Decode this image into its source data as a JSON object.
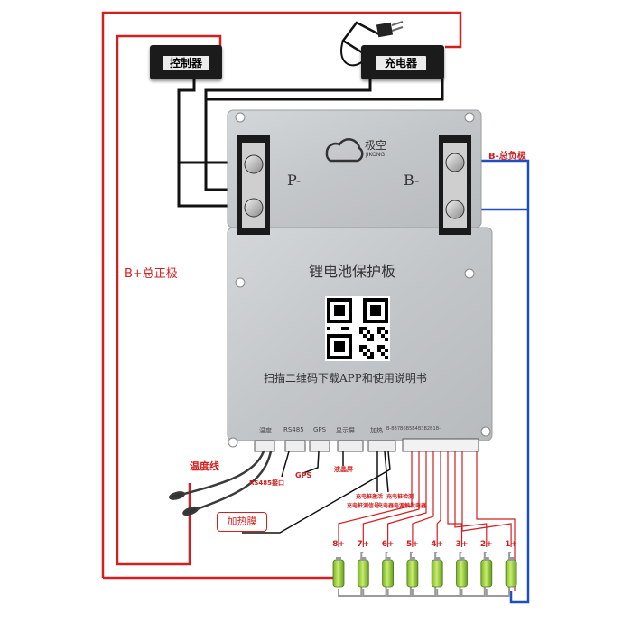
{
  "boxes": {
    "controller": "控制器",
    "charger": "充电器",
    "heater": "加热膜"
  },
  "labels": {
    "b_neg_total": "B-总负极",
    "b_pos_total": "B+总正极",
    "temp_wire": "温度线",
    "rs485_port": "RS485接口",
    "gps": "GPS",
    "display": "液晶屏",
    "charge_activate": "充电桩激活",
    "charge_detect": "充电桩检测",
    "charge_signal": "充电桩测信号",
    "charger_power": "充电器电源触发电器"
  },
  "board": {
    "brand_cn": "极空",
    "brand_en": "JIKONG",
    "terminal_p": "P-",
    "terminal_b": "B-",
    "title": "锂电池保护板",
    "instruction": "扫描二维码下载APP和使用说明书",
    "ports": [
      "温度",
      "RS485",
      "GPS",
      "显示屏",
      "加热",
      "B-8B7B6B5B4B3B2B1B-"
    ]
  },
  "cells": [
    "8+",
    "7+",
    "6+",
    "5+",
    "4+",
    "3+",
    "2+",
    "1+"
  ],
  "colors": {
    "positive_wire": "#d21f1f",
    "negative_wire": "#1f4fbf",
    "power_cable": "#111111",
    "board": "#c9cccf",
    "cell_green": "#9bd23c"
  }
}
